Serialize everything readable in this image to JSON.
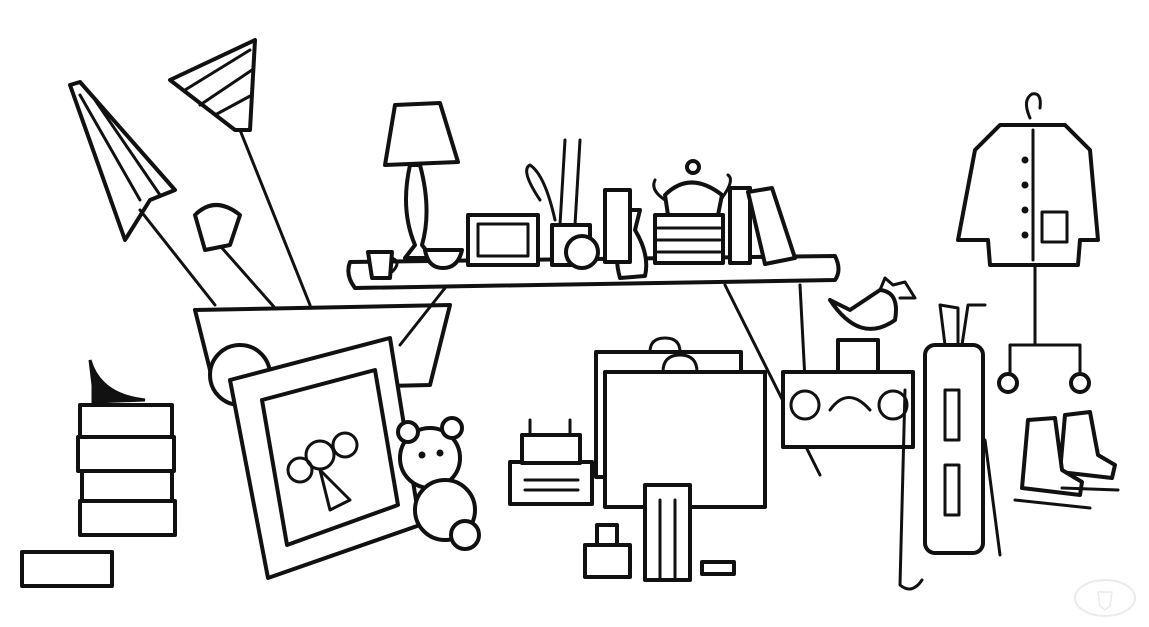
{
  "illustration": {
    "colors": {
      "ink": "#111111",
      "paper": "#ffffff",
      "watermark": "#d8d8d8"
    },
    "objects": [
      "umbrella",
      "rake",
      "shovel",
      "wheelbarrow",
      "shoe",
      "stacked-boxes",
      "framed-picture",
      "teddy-bear",
      "lamp",
      "cup",
      "bowl",
      "photo-frame",
      "utensils-jar",
      "vase",
      "teapot",
      "books",
      "table",
      "suitcases",
      "toy-truck",
      "boom-box",
      "bird-figurine",
      "golf-bag",
      "golf-club",
      "coat",
      "coat-rack",
      "ice-skates",
      "toy-blocks"
    ]
  }
}
